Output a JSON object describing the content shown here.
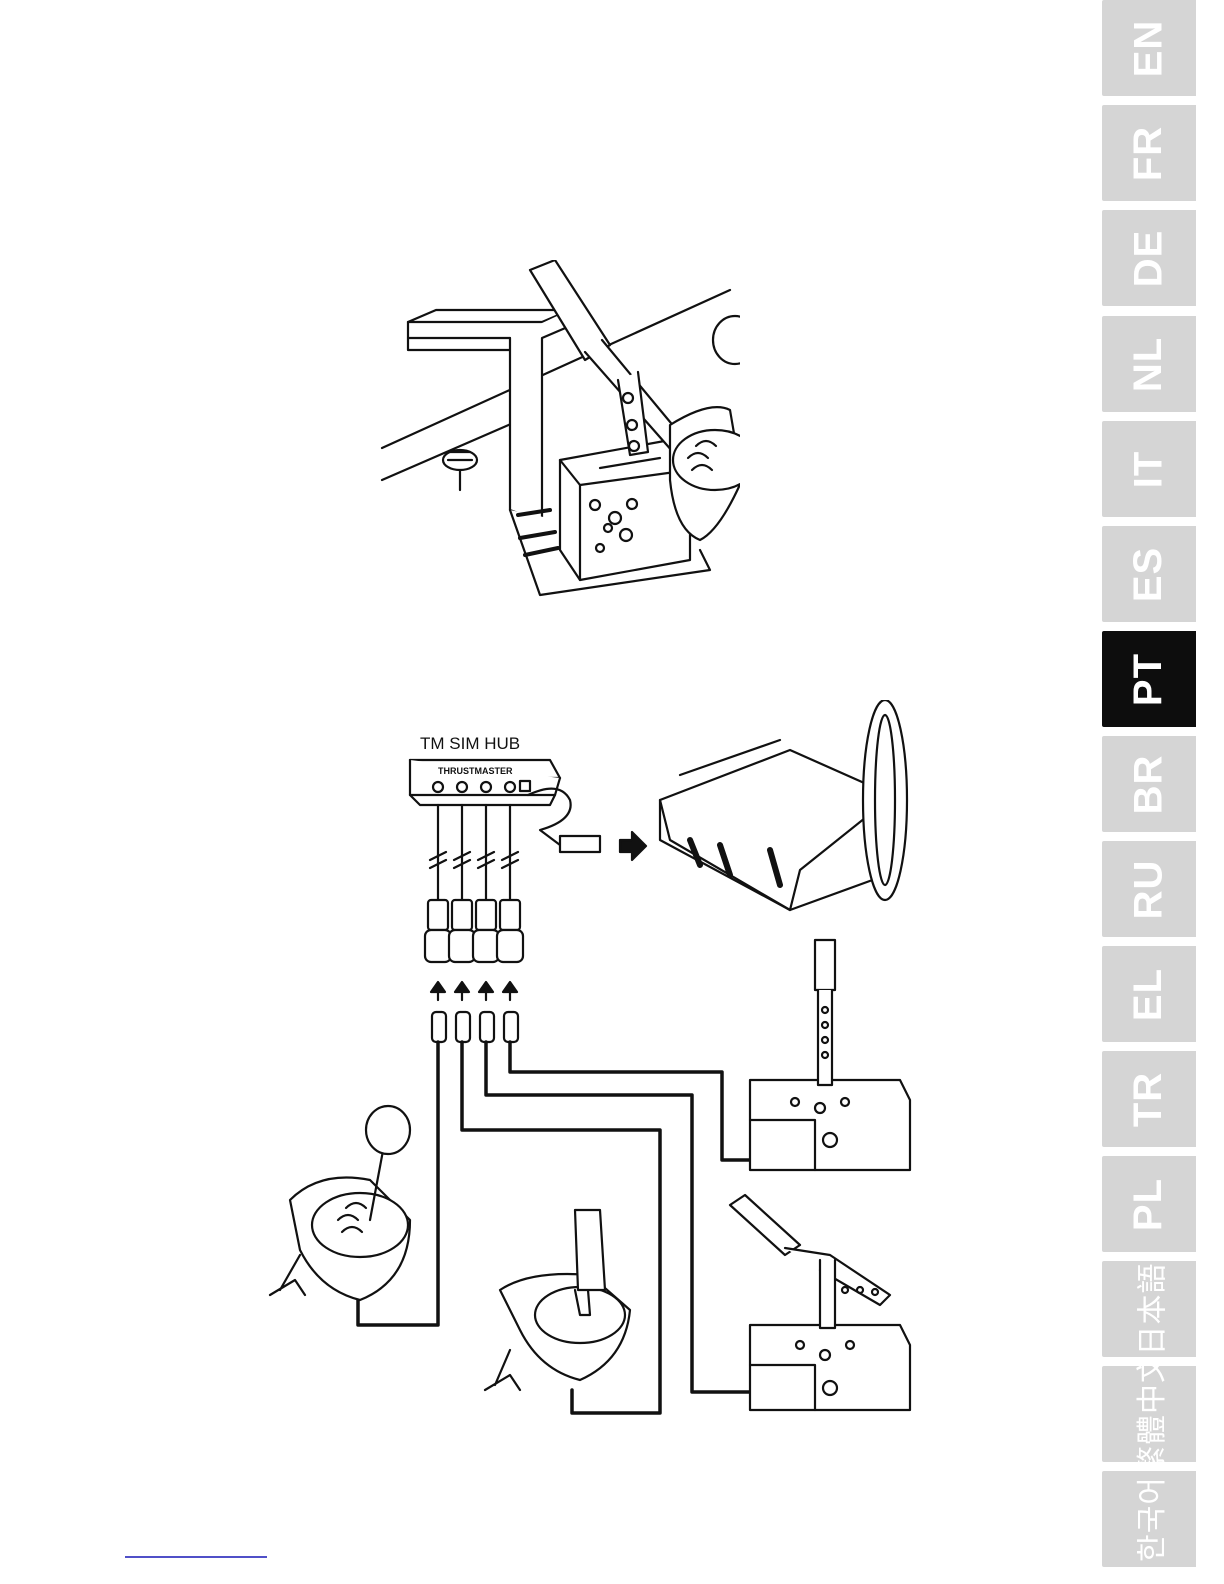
{
  "language_tabs": [
    {
      "code": "EN",
      "active": false
    },
    {
      "code": "FR",
      "active": false
    },
    {
      "code": "DE",
      "active": false
    },
    {
      "code": "NL",
      "active": false
    },
    {
      "code": "IT",
      "active": false
    },
    {
      "code": "ES",
      "active": false
    },
    {
      "code": "PT",
      "active": true
    },
    {
      "code": "BR",
      "active": false
    },
    {
      "code": "RU",
      "active": false
    },
    {
      "code": "EL",
      "active": false
    },
    {
      "code": "TR",
      "active": false
    },
    {
      "code": "PL",
      "active": false
    },
    {
      "code": "日本語",
      "active": false
    },
    {
      "code": "繁體中文",
      "active": false
    },
    {
      "code": "한국어",
      "active": false
    }
  ],
  "diagram": {
    "hub_label": "TM SIM HUB",
    "hub_brand": "THRUSTMASTER"
  },
  "colors": {
    "tab_inactive": "#d5d5d5",
    "tab_active": "#0d0d0d",
    "line": "#111111",
    "link_underline": "#5050c8"
  }
}
